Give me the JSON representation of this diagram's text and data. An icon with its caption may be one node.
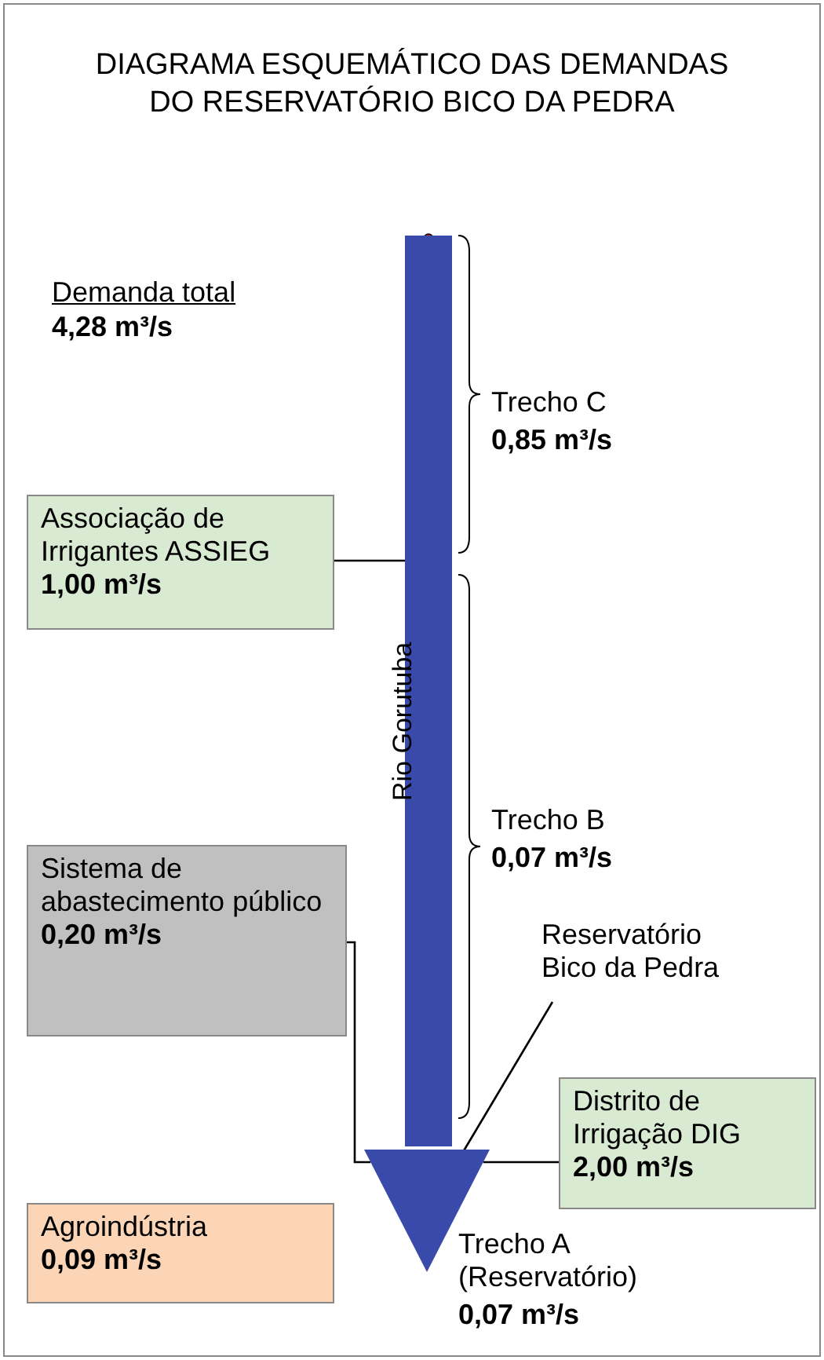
{
  "diagram": {
    "title": "DIAGRAMA ESQUEMÁTICO DAS DEMANDAS DO RESERVATÓRIO BICO DA PEDRA",
    "nodes": [
      {
        "text": [
          "Rio Gorutuba"
        ]
      },
      {
        "text": [
          "Associação de Irrigantes ASSIEG",
          "1,00 m³/s"
        ]
      },
      {
        "text": [
          "Sistema de abastecimento público",
          "0,20 m³/s"
        ]
      },
      {
        "text": [],
        "shape": "triangle"
      },
      {
        "text": [
          "Reservatório Bico da Pedra"
        ]
      },
      {
        "text": [
          "Distrito de Irrigação DIG",
          "2,00 m³/s"
        ]
      },
      {
        "text": [
          "Agroindústria",
          "0,09 m³/s"
        ]
      }
    ],
    "edges": [
      {
        "from": 1,
        "to": 0,
        "arrow": "none"
      },
      {
        "from": 2,
        "to": 3,
        "arrow": "none"
      },
      {
        "from": 5,
        "to": 3,
        "arrow": "none"
      },
      {
        "from": 4,
        "to": 3,
        "arrow": "none"
      }
    ],
    "labels": [
      "Demanda total",
      "4,28 m³/s",
      "Trecho C",
      "0,85 m³/s",
      "Trecho B",
      "0,07 m³/s",
      "Trecho A (Reservatório)",
      "0,07 m³/s"
    ]
  }
}
